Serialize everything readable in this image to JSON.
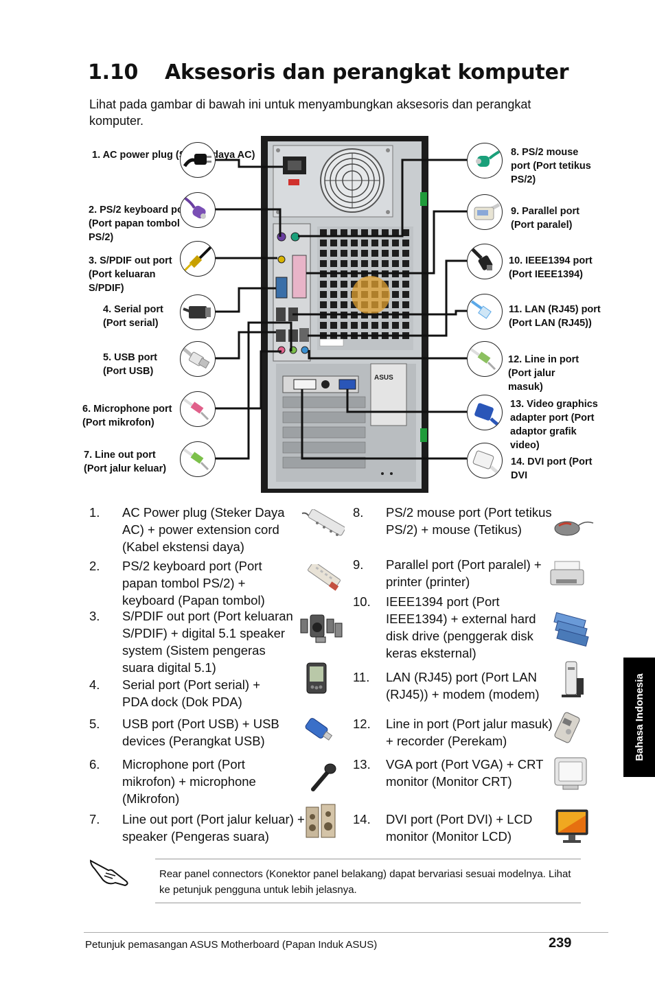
{
  "page": {
    "section_number": "1.10",
    "section_title": "Aksesoris dan perangkat komputer",
    "intro": "Lihat pada gambar di bawah ini untuk menyambungkan aksesoris dan perangkat komputer."
  },
  "diagram": {
    "left_labels": [
      {
        "text": "1. AC power plug (Steker daya AC)",
        "icon": "ac-power-plug-icon"
      },
      {
        "text": "2. PS/2 keyboard port (Port papan tombol PS/2)",
        "icon": "ps2-keyboard-plug-icon"
      },
      {
        "text": "3. S/PDIF out port (Port keluaran S/PDIF)",
        "icon": "spdif-plug-icon"
      },
      {
        "text": "4. Serial port (Port serial)",
        "icon": "serial-plug-icon"
      },
      {
        "text": "5. USB port (Port USB)",
        "icon": "usb-plug-icon"
      },
      {
        "text": "6. Microphone port (Port mikrofon)",
        "icon": "microphone-plug-icon"
      },
      {
        "text": "7. Line out port (Port jalur keluar)",
        "icon": "line-out-plug-icon"
      }
    ],
    "right_labels": [
      {
        "text": "8. PS/2 mouse port (Port tetikus PS/2)",
        "icon": "ps2-mouse-plug-icon"
      },
      {
        "text": "9. Parallel port (Port paralel)",
        "icon": "parallel-plug-icon"
      },
      {
        "text": "10. IEEE1394 port (Port IEEE1394)",
        "icon": "ieee1394-plug-icon"
      },
      {
        "text": "11. LAN (RJ45) port (Port LAN (RJ45))",
        "icon": "lan-plug-icon"
      },
      {
        "text": "12. Line in port (Port jalur masuk)",
        "icon": "line-in-plug-icon"
      },
      {
        "text": "13. Video graphics adapter port (Port adaptor grafik video)",
        "icon": "vga-plug-icon"
      },
      {
        "text": "14. DVI port (Port DVI",
        "icon": "dvi-plug-icon"
      }
    ],
    "case_label": "ASUS",
    "colors": {
      "ps2_keyboard": "#6a3fa0",
      "ps2_mouse": "#1aa07a",
      "spdif": "#d9b400",
      "microphone": "#e0608a",
      "line_out": "#7cc04a",
      "line_in": "#3a8fd0",
      "serial": "#3a6fa8",
      "vga": "#2a56b8",
      "power_red": "#d0312d",
      "latch_green": "#1f9b3a"
    }
  },
  "list": {
    "left": [
      {
        "num": "1.",
        "text": "AC Power plug (Steker Daya AC) + power extension cord (Kabel ekstensi daya)",
        "icon": "power-strip-icon"
      },
      {
        "num": "2.",
        "text": "PS/2 keyboard port (Port papan tombol PS/2) + keyboard (Papan tombol)",
        "icon": "keyboard-icon"
      },
      {
        "num": "3.",
        "text": "S/PDIF out port (Port keluaran S/PDIF) + digital 5.1 speaker system (Sistem pengeras suara digital 5.1)",
        "icon": "speaker-system-icon"
      },
      {
        "num": "4.",
        "text": "Serial port (Port serial) + PDA dock (Dok PDA)",
        "icon": "pda-icon"
      },
      {
        "num": "5.",
        "text": "USB port (Port USB) + USB devices (Perangkat USB)",
        "icon": "usb-drive-icon"
      },
      {
        "num": "6.",
        "text": "Microphone port (Port mikrofon) + microphone (Mikrofon)",
        "icon": "microphone-icon"
      },
      {
        "num": "7.",
        "text": "Line out port (Port jalur keluar) + speaker (Pengeras suara)",
        "icon": "speaker-icon"
      }
    ],
    "right": [
      {
        "num": "8.",
        "text": "PS/2 mouse port (Port tetikus PS/2) + mouse (Tetikus)",
        "icon": "mouse-icon"
      },
      {
        "num": "9.",
        "text": "Parallel port (Port paralel) + printer (printer)",
        "icon": "printer-icon"
      },
      {
        "num": "10.",
        "text": "IEEE1394 port (Port IEEE1394) + external hard disk drive (penggerak disk keras eksternal)",
        "icon": "external-hdd-icon"
      },
      {
        "num": "11.",
        "text": "LAN (RJ45) port (Port LAN (RJ45)) + modem (modem)",
        "icon": "modem-icon"
      },
      {
        "num": "12.",
        "text": "Line in port (Port jalur masuk) + recorder (Perekam)",
        "icon": "recorder-icon"
      },
      {
        "num": "13.",
        "text": "VGA port (Port VGA) + CRT monitor (Monitor CRT)",
        "icon": "crt-monitor-icon"
      },
      {
        "num": "14.",
        "text": "DVI port (Port DVI) + LCD monitor (Monitor LCD)",
        "icon": "lcd-monitor-icon"
      }
    ]
  },
  "note": {
    "icon": "pointing-hand-icon",
    "text": "Rear panel connectors (Konektor panel belakang) dapat bervariasi sesuai modelnya. Lihat ke petunjuk pengguna untuk lebih jelasnya."
  },
  "footer": {
    "text": "Petunjuk pemasangan ASUS Motherboard (Papan Induk ASUS)",
    "page_number": "239"
  },
  "side_tab": {
    "text": "Bahasa Indonesia"
  }
}
